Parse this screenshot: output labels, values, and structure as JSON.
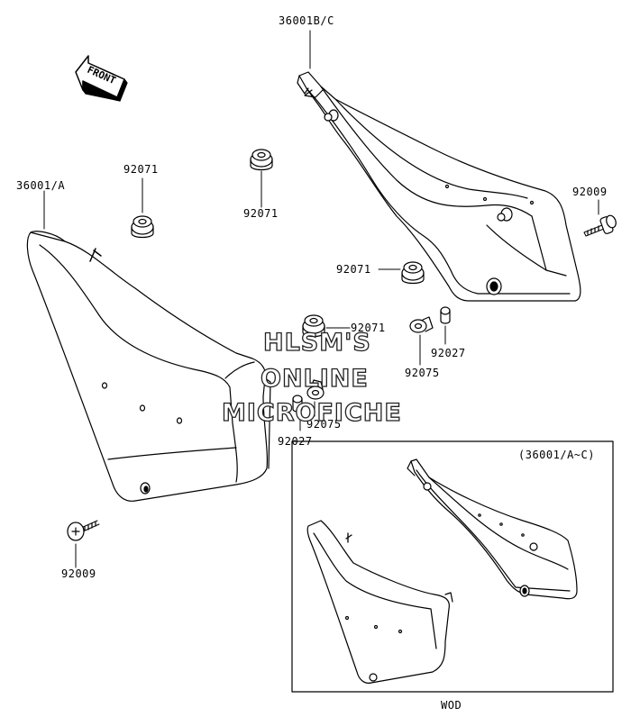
{
  "labels": {
    "p36001bc": "36001B/C",
    "p36001a": "36001/A",
    "p92071_a": "92071",
    "p92071_b": "92071",
    "p92071_c": "92071",
    "p92071_d": "92071",
    "p92009_r": "92009",
    "p92009_l": "92009",
    "p92027_r": "92027",
    "p92027_c": "92027",
    "p92075_r": "92075",
    "p92075_c": "92075",
    "inset_title": "(36001/A~C)",
    "inset_caption": "WOD"
  },
  "front_arrow": "FRONT",
  "watermark": {
    "line1": "HLSM'S",
    "line2": "ONLINE",
    "line3": "MICROFICHE"
  },
  "colors": {
    "line": "#000000",
    "fill": "#ffffff",
    "shade": "#f2f2f2"
  }
}
